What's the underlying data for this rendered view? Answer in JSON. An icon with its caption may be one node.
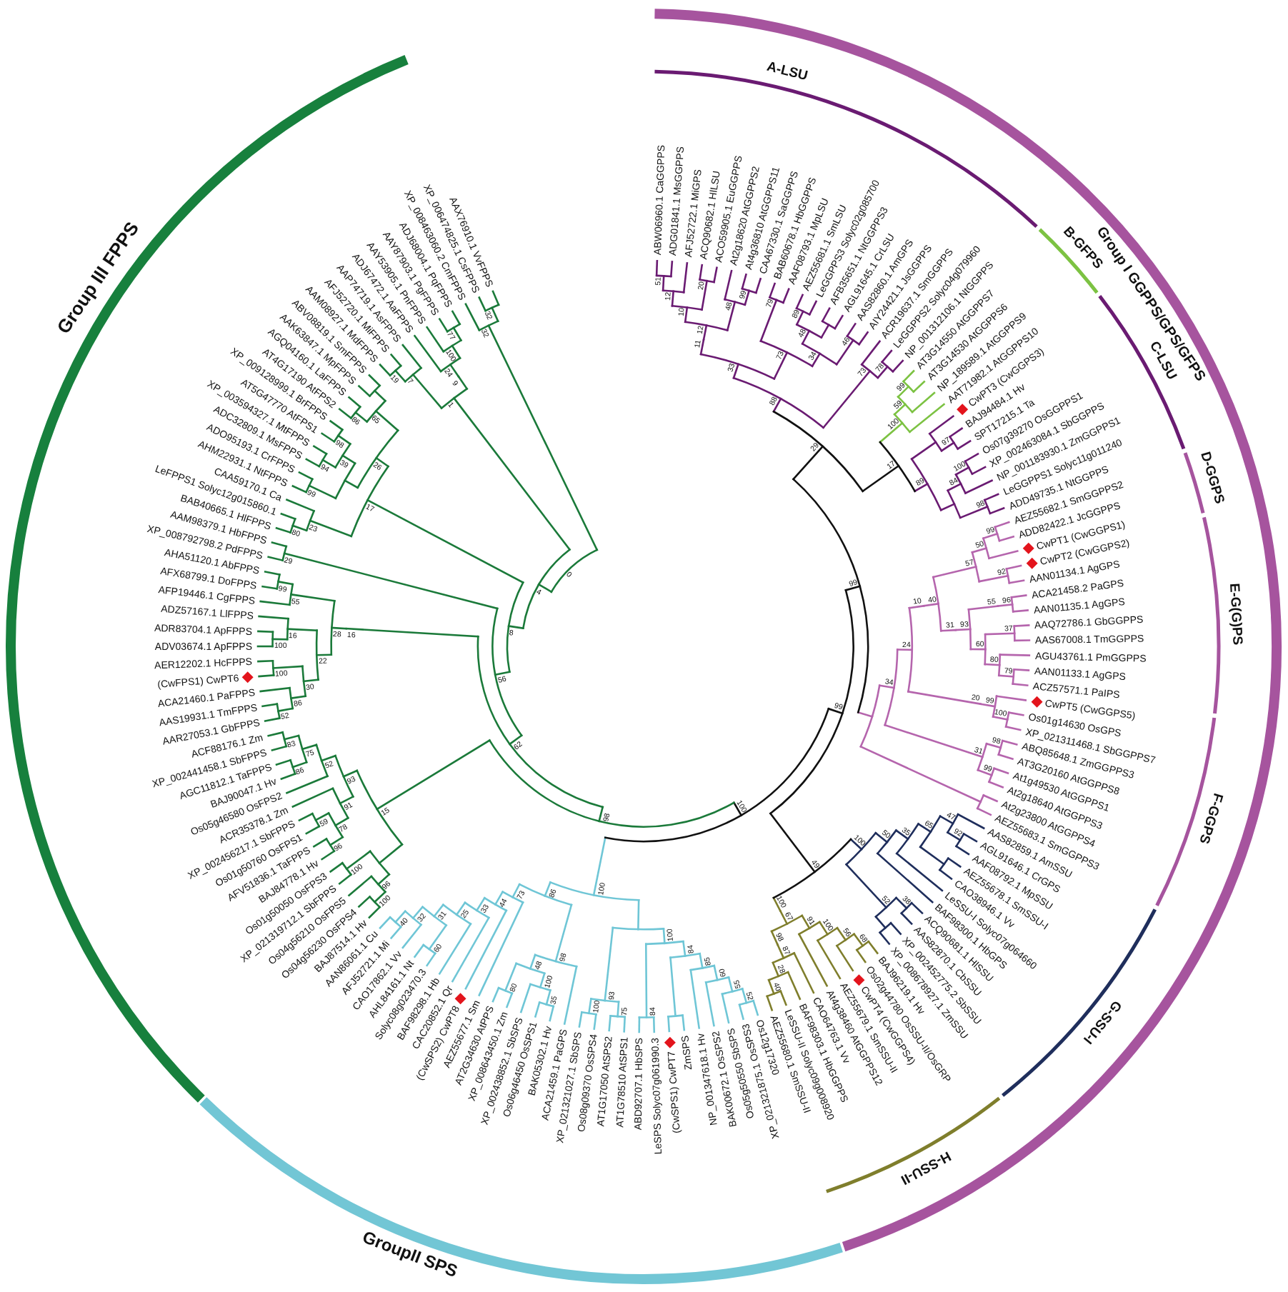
{
  "diagram": {
    "labels": [
      "Group III FPPS",
      "Group I GGPPS/GPS/GFPS",
      "A-LSU",
      "B-GFPS",
      "C-LSU",
      "D-GGPS",
      "E-G(G)PS",
      "F-GGPS",
      "G-SSU-I",
      "H-SSU-II",
      "GroupII SPS",
      "ABW06960.1 CaGGPPS",
      "ADG01841.1 MsGGPPS",
      "AFJ52722.1 MiGPS",
      "ACQ90682.1 HlLSU",
      "ACO59905.1 EuGGPPS",
      "At2g18620 AtGGPPS2",
      "At4g36810 AtGGPPS11",
      "CAA67330.1 SaGGPPS",
      "BAB60678.1 HbGGPPS",
      "AAF08793.1 MpLSU",
      "AEZ55681.1 SmLSU",
      "LeGGPPS3 Solyc02g085700",
      "AFB35651.1 NtGGPPS3",
      "AGL91645.1 CrLSU",
      "AAS82860.1 AmGPS",
      "AIY24421.1 JsGGPPS",
      "ACR19637.1 SmGGPPS",
      "LeGGPPS2 Solyc04g079960",
      "NP_001312106.1 NtGGPPS",
      "AT3G14550 AtGGPPS7",
      "AT3G14530 AtGGPPS6",
      "NP_189589.1 AtGGPPS9",
      "AAT71982.1 AtGGPPS10",
      "CwPT3 (CwGGPS3)",
      "BAJ94484.1 Hv",
      "SPT17215.1 Ta",
      "Os07g39270 OsGGPPS1",
      "XP_002463084.1 SbGGPPS",
      "NP_001183930.1 ZmGGPPS1",
      "LeGGPPS1 Solyc11g011240",
      "ADD49735.1 NtGGPPS",
      "AEZ55682.1 SmGGPPS2",
      "ADD82422.1 JcGGPPS",
      "CwPT1 (CwGGPS1)",
      "CwPT2 (CwGGPS2)",
      "AAN01134.1 AgGPS",
      "ACA21458.2 PaGPS",
      "AAN01135.1 AgGPS",
      "AAQ72786.1 GbGGPPS",
      "AAS67008.1 TmGGPPS",
      "AGU43761.1 PmGGPPS",
      "AAN01133.1 AgGPS",
      "ACZ57571.1 PaIPS",
      "CwPT5 (CwGGPS5)",
      "Os01g14630 OsGPS",
      "XP_021311468.1 SbGGPPS7",
      "ABQ85648.1 ZmGGPPS3",
      "AT3G20160 AtGGPPS8",
      "At1g49530 AtGGPPS1",
      "At2g18640 AtGGPPS3",
      "At2g23800 AtGGPPS4",
      "AEZ55683.1 SmGGPPS3",
      "AAS82859.1 AmSSU",
      "AGL91646.1 CrGPS",
      "AAF08792.1 MpSSU",
      "AEZ55678.1 SmSSU-I",
      "CAO38946.1 Vv",
      "LeSSU-I Solyc07g064660",
      "BAF98300.1 HbGPS",
      "ACQ90681.1 HlSSU",
      "AAS82870.1 CbSSU",
      "XP_002452775.2 SbSSU",
      "XP_008678927.1 ZmSSU",
      "BAJ96219.1 Hv",
      "Os02g44780 OsSSU-II/OsGRP",
      "CwPT4 (CwGGPS4)",
      "AEZ55679.1 SmSSU-II",
      "At4g38460 AtGGPPS12",
      "CAO64763.1 Vv",
      "BAF98303.1 HbGGPPS",
      "LeSSU-II Solyc09g008920",
      "AEZ55680.1 SmSSU-II",
      "AAN86061.1 Cu",
      "AFJ52721.1 Mi",
      "CAO17862.1 Vv",
      "AHL84161.1 Nt",
      "Solyc08g023470.3",
      "BAF98298.1 Hb",
      "CAC20852.1 Qr",
      "(CwSPS2) CwPT8",
      "AEZ55677.1 Sm",
      "AT2G34630 AtPPS",
      "XP_008643450.1 Zm",
      "XP_002438852.1 SbSPS",
      "Os06g46450 OsSPS1",
      "BAK05302.1 Hv",
      "ACA21459.1 PaGPS",
      "XP_021321027.1 SbSPS",
      "Os08g09370 OsSPS4",
      "AT1G17050 AtSPS2",
      "AT1G78510 AtSPS1",
      "ABD92707.1 HbSPS",
      "LeSPS Solyc07g061990.3",
      "(CwSPS1) CwPT7",
      "ZmSPS",
      "NP_001347618.1 Hv",
      "BAK00672.1 OsSPS2",
      "Os05g50550 SbSPS",
      "XP_021321875.1 OsSPS3",
      "Os12g17320",
      "BAJ87514.1 Hv",
      "Os04g56230 OsFPS4",
      "Os04g56210 OsFPS5",
      "XP_021319712.1 SbFPPS",
      "Os01g50050 OsFPS3",
      "BAJ84778.1 Hv",
      "AFV51836.1 TaFPPS",
      "Os01g50760 OsFPS1",
      "XP_002456217.1 SbFPPS",
      "ACR35378.1 Zm",
      "Os05g46580 OsFPS2",
      "BAJ90047.1 Hv",
      "AGC11812.1 TaFPPS",
      "XP_002441458.1 SbFPPS",
      "ACF88176.1 Zm",
      "AAR27053.1 GbFPPS",
      "AAS19931.1 TmFPPS",
      "ACA21460.1 PaFPPS",
      "(CwFPS1) CwPT6",
      "AER12202.1 HcFPPS",
      "ADV03674.1 ApFPPS",
      "ADR83704.1 ApFPPS",
      "ADZ57167.1 LlFPPS",
      "AFP19446.1 CgFPPS",
      "AFX68799.1 DoFPPS",
      "AHA51120.1 AbFPPS",
      "XP_008792798.2 PdFPPS",
      "AAM98379.1 HbFPPS",
      "BAB40665.1 HlFPPS",
      "LeFPPS1 Solyc12g015860.1",
      "CAA59170.1 Ca",
      "AHM22931.1 NtFPPS",
      "ADO95193.1 CrFPPS",
      "ADC32809.1 MsFPPS",
      "XP_003594327.1 MtFPPS",
      "AT5G47770 AtFPS1",
      "XP_009128999.1 BrFPPS",
      "AT4G17190 AtFPS2",
      "AGQ04160.1 LaFPPS",
      "AAK63847.1 MpFPPS",
      "ABV08819.1 SmFPPS",
      "AAM08927.1 MdFPPS",
      "AFJ52720.1 MiFPPS",
      "AAP74719.1 AsFPPS",
      "ADJ67472.1 AaFPPS",
      "AAY53905.1 PnFPPS",
      "AAY87903.1 PgFPPS",
      "ADJ68004.1 PqFPPS",
      "XP_008463060.2 CmFPPS",
      "XP_006474825.1 CsFPPS",
      "AAX76910.1 VvFPPS",
      "51",
      "12",
      "20",
      "10",
      "99",
      "48",
      "12",
      "11",
      "79",
      "89",
      "48",
      "46",
      "73",
      "34",
      "33",
      "78",
      "73",
      "88",
      "99",
      "59",
      "100",
      "97",
      "100",
      "84",
      "98",
      "89",
      "17",
      "29",
      "99",
      "50",
      "92",
      "57",
      "55",
      "96",
      "37",
      "79",
      "80",
      "60",
      "31",
      "93",
      "10",
      "40",
      "100",
      "99",
      "20",
      "24",
      "98",
      "99",
      "31",
      "34",
      "99",
      "92",
      "47",
      "65",
      "50",
      "35",
      "52",
      "38",
      "100",
      "68",
      "56",
      "91",
      "100",
      "40",
      "28",
      "87",
      "98",
      "67",
      "100",
      "49",
      "99",
      "52",
      "55",
      "60",
      "85",
      "84",
      "84",
      "100",
      "75",
      "100",
      "93",
      "35",
      "100",
      "80",
      "48",
      "98",
      "60",
      "40",
      "32",
      "31",
      "25",
      "33",
      "44",
      "73",
      "86",
      "100",
      "100",
      "100",
      "96",
      "100",
      "96",
      "59",
      "78",
      "91",
      "86",
      "83",
      "75",
      "52",
      "93",
      "15",
      "98",
      "52",
      "86",
      "100",
      "30",
      "100",
      "16",
      "22",
      "99",
      "55",
      "28",
      "16",
      "62",
      "29",
      "56",
      "80",
      "23",
      "99",
      "94",
      "98",
      "39",
      "86",
      "65",
      "26",
      "17",
      "8",
      "19",
      "7",
      "77",
      "100",
      "24",
      "9",
      "1",
      "4",
      "32",
      "32",
      "0"
    ]
  }
}
